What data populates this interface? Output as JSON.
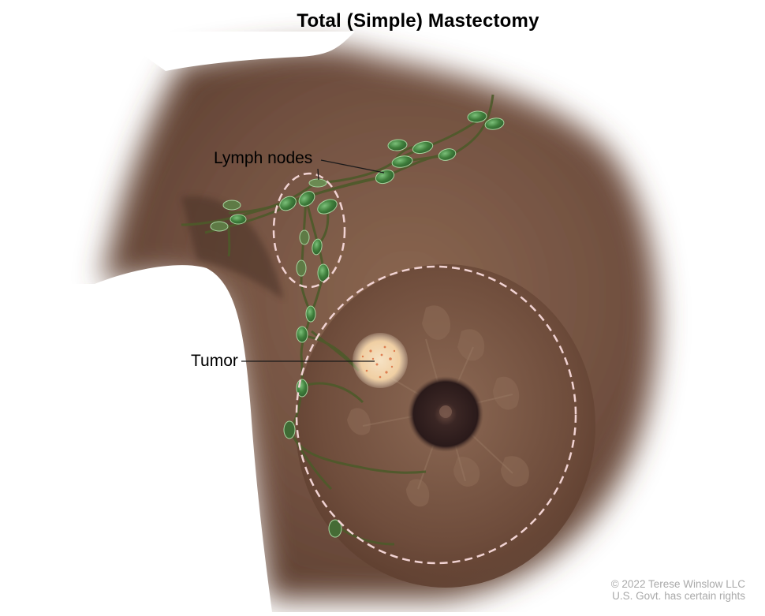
{
  "title": "Total (Simple) Mastectomy",
  "labels": {
    "lymph_nodes": "Lymph nodes",
    "tumor": "Tumor"
  },
  "copyright": {
    "line1": "© 2022 Terese Winslow LLC",
    "line2": "U.S. Govt. has certain rights"
  },
  "colors": {
    "skin": "#6b4a38",
    "skin_light": "#8a6650",
    "lymph_node": "#3f7a3a",
    "lymph_vessel": "#4d5a2a",
    "dashed_outline": "#f1d3d3",
    "tumor": "#f3d7b0",
    "nipple": "#2e1e1c"
  }
}
